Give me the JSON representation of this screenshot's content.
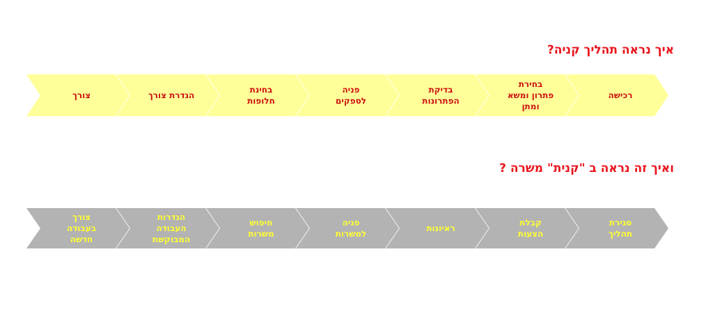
{
  "purchase_process": {
    "title": "איך נראה תהליך קניה?",
    "fill_color": "#ffff99",
    "text_color": "#cc1111",
    "steps": [
      "רכישה",
      "בחירת\nפתרון ומשא\nומתן",
      "בדיקת\nהפתרונות",
      "פניה\nלספקים",
      "בחינת\nחלופות",
      "הגדרת צורך",
      "צורך"
    ]
  },
  "job_search_process": {
    "title": "ואיך זה נראה ב \"קנית\" משרה ?",
    "fill_color": "#b3b3b3",
    "text_color": "#ffff33",
    "steps": [
      "סגירת\nתהליך",
      "קבלת\nהצעות",
      "ראיונות",
      "פניה\nלמשרות",
      "חיפוש\nמשרות",
      "הגדרות\nהעבודה\nהמבוקשת",
      "צורך\nבעבודה\nחדשה"
    ]
  }
}
